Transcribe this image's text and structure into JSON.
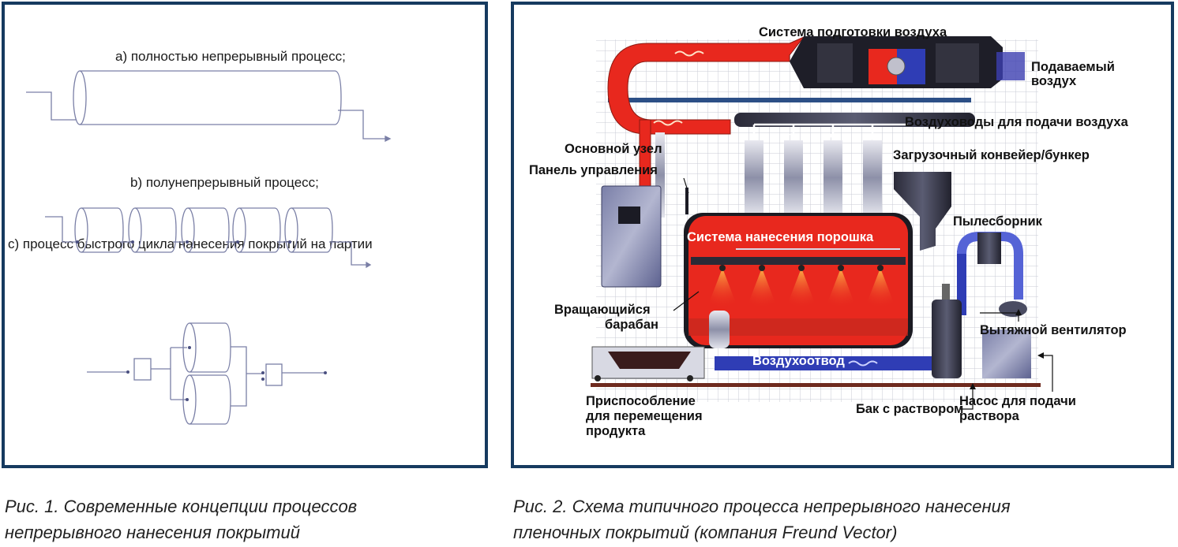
{
  "figure1": {
    "panels": [
      {
        "label": "а) полностью непрерывный процесс;",
        "type": "continuous"
      },
      {
        "label": "b) полунепрерывный процесс;",
        "type": "semi-continuous"
      },
      {
        "label": "c) процесс быстрого цикла нанесения покрытий на партии",
        "type": "rapid-batch"
      }
    ],
    "caption_line1": "Рис. 1. Современные концепции процессов",
    "caption_line2": "непрерывного нанесения покрытий"
  },
  "figure2": {
    "labels": {
      "air_system": "Система подготовки воздуха",
      "supply_air_1": "Подаваемый",
      "supply_air_2": "воздух",
      "air_ducts": "Воздуховоды для подачи воздуха",
      "main_unit": "Основной узел",
      "control_panel": "Панель управления",
      "loader": "Загрузочный конвейер/бункер",
      "powder_system": "Система нанесения порошка",
      "dust_collector": "Пылесборник",
      "drum_1": "Вращающийся",
      "drum_2": "барабан",
      "exhaust_fan": "Вытяжной вентилятор",
      "exhaust_duct": "Воздухоотвод",
      "product_1": "Приспособление",
      "product_2": "для перемещения",
      "product_3": "продукта",
      "solution_tank": "Бак с раствором",
      "pump_1": "Насос для подачи",
      "pump_2": "раствора"
    },
    "caption_line1": "Рис. 2. Схема типичного процесса непрерывного нанесения",
    "caption_line2": "пленочных покрытий (компания Freund Vector)"
  },
  "colors": {
    "frame": "#163a5f",
    "hot_air": "#e8281e",
    "exhaust": "#2f3db5",
    "line": "#7a7fa6"
  }
}
